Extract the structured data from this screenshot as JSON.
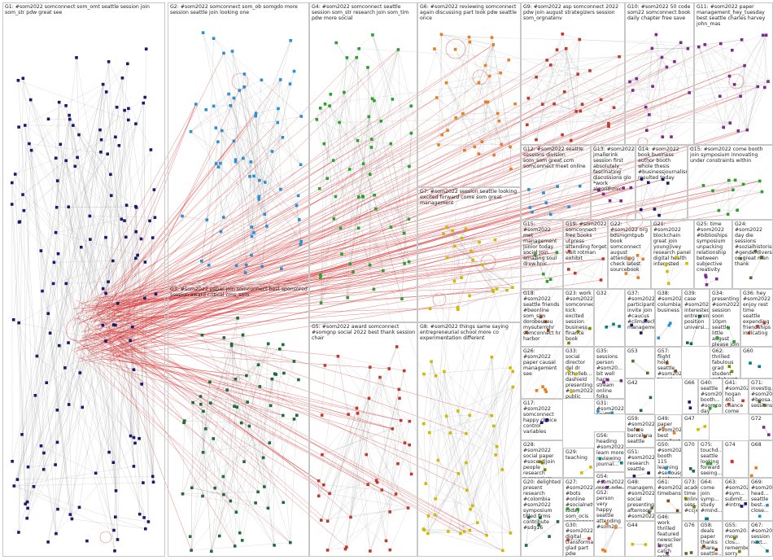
{
  "graph": {
    "colors": {
      "G1": "#1a1a6e",
      "G2": "#2a8fd4",
      "G3": "#1f6b3a",
      "G4": "#2ca02c",
      "G5": "#c0392b",
      "G6": "#e67e22",
      "G7": "#d4b800",
      "G8": "#d4b800",
      "G9": "#c0392b",
      "G10": "#7d2a8f",
      "G11": "#7d2a8f",
      "G12": "#2a8fd4",
      "G13": "#7d2a8f",
      "G14": "#1a1a6e",
      "G15": "#2ca02c",
      "edge_inter": "#d42020",
      "edge_intra": "#aaaaaa",
      "border": "#c8c8c8"
    },
    "groups": [
      {
        "id": "G1",
        "label": "G1: #som2022 somconnect som_omt seattle session join som_str pdw great see"
      },
      {
        "id": "G2",
        "label": "G2: #som2022 somconnect som_ob somgdo more session seattle join looking one"
      },
      {
        "id": "G3",
        "label": "G3: #som2022 paper join somconnect best sponsored session award critical cms_som"
      },
      {
        "id": "G4",
        "label": "G4: #som2022 somconnect seattle session som_str research join som_tim pdw more social"
      },
      {
        "id": "G5",
        "label": "G5: #som2022 award somconnect #somgnp social 2022 best thank session chair"
      },
      {
        "id": "G6",
        "label": "G6: #som2022 reviewing somconnect again discussing part look pdw seattle once"
      },
      {
        "id": "G7",
        "label": "G7: #som2022 session seattle looking excited forward come som great management"
      },
      {
        "id": "G8",
        "label": "G8: #som2022 things same saying entrepreneurial school more co experimentation different"
      },
      {
        "id": "G9",
        "label": "G9: #som2022 asp somconnect 2022 pdw join august strategizers session som_orgnatenv"
      },
      {
        "id": "G10",
        "label": "G10: #som2022 50 code som22 somconnect book daily chapter free save"
      },
      {
        "id": "G11",
        "label": "G11: #som2022 paper management_hey_tuesday best seattle charles harvey john_mas"
      },
      {
        "id": "G12",
        "label": "G12: #som2022 seattle sessions division som_som great ccm somconnect meet online"
      },
      {
        "id": "G13",
        "label": "G13: #som2022 jmallerink session first absolutely_ fascinating discussions glo *work algorithmic"
      },
      {
        "id": "G14",
        "label": "G14: #som2022 book business author booth whole thesis #businessjournalism resulted today"
      },
      {
        "id": "G15",
        "label": "G15: #som2022 come booth join symposium innovating under constraints within"
      },
      {
        "id": "G16",
        "label": "G15: #som2022 met management junior today social join amazing soul drew.hnic"
      },
      {
        "id": "G17",
        "label": "G19: #som2022 somconnect free books utpress attending forget visit rotman exhibit"
      },
      {
        "id": "G18",
        "label": "G22: #som2022 org bdsmgmtpub book somconnect august attending check latest sourcebook"
      },
      {
        "id": "G19",
        "label": "G21: #som2022 blockchain great join young|ivey research panel digital health interested"
      },
      {
        "id": "G20",
        "label": "G25: time #som2022 #biblioships symposium unpacking relationship between subjective creativity"
      },
      {
        "id": "G21",
        "label": "G24: #som2022 day die sessions #sozialhistorisite #genderdiversity on great men thank"
      },
      {
        "id": "G22",
        "label": "G18: #som2022 seattle friends #beonline som_slm dorobeuzeu mysuterrohr somconnect hr harbor"
      },
      {
        "id": "G23",
        "label": "G23: work #som2022 somconnect kick excited session business finance book"
      },
      {
        "id": "G24",
        "label": "G32"
      },
      {
        "id": "G25",
        "label": "G37: #som2022 participants invite join #caucus #climatechs... manageme..."
      },
      {
        "id": "G26",
        "label": "G38: #som2022 columbiajsp business"
      },
      {
        "id": "G27",
        "label": "G39: case #som2022 interested entrepren... position universi..."
      },
      {
        "id": "G28",
        "label": "G34: presenting #som2022 session soon 10pm seattle little august please join"
      },
      {
        "id": "G29",
        "label": "G36: hey #som2022 enjoy rest time seattle expending friendships indicating"
      },
      {
        "id": "G30",
        "label": "G26: #som2022 paper causal management see"
      },
      {
        "id": "G31",
        "label": "G33: social director del dr richelleb... dashield presenting #som2022 public"
      },
      {
        "id": "G32",
        "label": "G35: sessions person #som20... bit well harm stream online folks virtually #som..."
      },
      {
        "id": "G33",
        "label": "G53"
      },
      {
        "id": "G34",
        "label": "G57: flight hold seattle #som2022 travel chaos again..."
      },
      {
        "id": "G35",
        "label": "G62: thrilled fabulous grad student collaborat... presentin..."
      },
      {
        "id": "G36",
        "label": "G60"
      },
      {
        "id": "G37",
        "label": "G17: #som2022 somconnect happy choice control variables"
      },
      {
        "id": "G38",
        "label": "G31: #som2022 seattle data great panel computation... make word embedding #som2022"
      },
      {
        "id": "G39",
        "label": "G42"
      },
      {
        "id": "G40",
        "label": "G40: seattle #som2022 booth... #somconn... day session nice..."
      },
      {
        "id": "G41",
        "label": "G41: #som2022 hogan 401 chance come leckiemic..."
      },
      {
        "id": "G42",
        "label": "G49: paper #som2022 best excellent"
      },
      {
        "id": "G43",
        "label": "G47"
      },
      {
        "id": "G44",
        "label": "G72"
      },
      {
        "id": "G45",
        "label": "G71: investig... #som2022 #beosa... sessions..."
      },
      {
        "id": "G46",
        "label": "G59: #som2022 before barcelona seattle"
      },
      {
        "id": "G47",
        "label": "G28: #som2022 social paper #socent|join people research symposium prosocial venturing"
      },
      {
        "id": "G48",
        "label": "G56: heading #som2022 learn more reviewing journal..."
      },
      {
        "id": "G49",
        "label": "G51: #som2022 research seattle"
      },
      {
        "id": "G50",
        "label": "G50: #som2022 booth 115 learning #seriousg... #entrepren..."
      },
      {
        "id": "G51",
        "label": "G70"
      },
      {
        "id": "G52",
        "label": "G75: touchd... seattle looking forward seeing..."
      },
      {
        "id": "G53",
        "label": "G74"
      },
      {
        "id": "G54",
        "label": "G68"
      },
      {
        "id": "G55",
        "label": "G29: teaching"
      },
      {
        "id": "G56",
        "label": "G54: #som2022 great pdw"
      },
      {
        "id": "G57",
        "label": "G48: managem... #som2022 social presenting afternoon #som2022..."
      },
      {
        "id": "G58",
        "label": "G61: #som2022 timebanses"
      },
      {
        "id": "G59",
        "label": "G73: acade... time online sess... #ccj#nc..."
      },
      {
        "id": "G60",
        "label": "G64: come join symp... study #mind..."
      },
      {
        "id": "G61",
        "label": "G63: #som2022 #sym... submit... #intro..."
      },
      {
        "id": "G62",
        "label": "G69: #som2022 head... seattle best... close..."
      },
      {
        "id": "G63",
        "label": "G20: delighted present research #colombia #som2022 symposium titled firms contribute #sdg16"
      },
      {
        "id": "G64",
        "label": "G27: #som2022 #bots #online #socialnetwor... today som_ocis somconnect attended"
      },
      {
        "id": "G65",
        "label": "G30: #som2022 digital transformati... glad part pdw creating better world more"
      },
      {
        "id": "G66",
        "label": "G52: person very happy seattle attending #som20..."
      },
      {
        "id": "G67",
        "label": "G44"
      },
      {
        "id": "G68",
        "label": "G46: work thrilled featured newsclient... forget catch print next..."
      },
      {
        "id": "G69",
        "label": "G76"
      },
      {
        "id": "G70",
        "label": "G58: deals paper thanks share seattle..."
      },
      {
        "id": "G71",
        "label": "G55: #som20... more clos... remember... sorry sessi..."
      },
      {
        "id": "G72",
        "label": "G67: #som2022 session next..."
      },
      {
        "id": "G73",
        "label": "G66"
      }
    ]
  }
}
